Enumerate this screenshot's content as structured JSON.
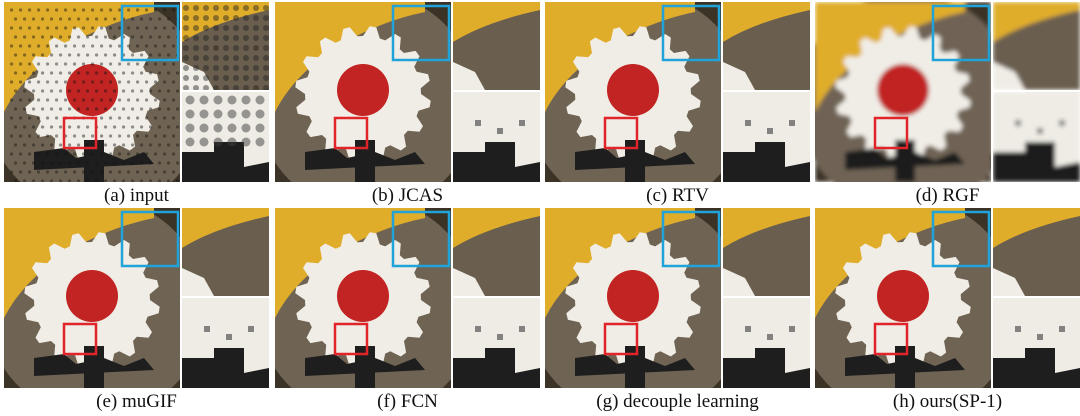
{
  "figure": {
    "panels": [
      {
        "label": "(a) input",
        "variant": "input"
      },
      {
        "label": "(b) JCAS",
        "variant": "smooth"
      },
      {
        "label": "(c) RTV",
        "variant": "smooth"
      },
      {
        "label": "(d) RGF",
        "variant": "blur"
      },
      {
        "label": "(e) muGIF",
        "variant": "smooth"
      },
      {
        "label": "(f) FCN",
        "variant": "smooth"
      },
      {
        "label": "(g) decouple learning",
        "variant": "smooth"
      },
      {
        "label": "(h) ours(SP-1)",
        "variant": "smooth"
      }
    ],
    "colors": {
      "background": "#6f6454",
      "yellow": "#e0ad2a",
      "white_ring": "#f0ede6",
      "red_center": "#c12422",
      "dark": "#1e1e1e",
      "blue_box": "#1fa3d8",
      "red_box": "#e0242a"
    }
  }
}
